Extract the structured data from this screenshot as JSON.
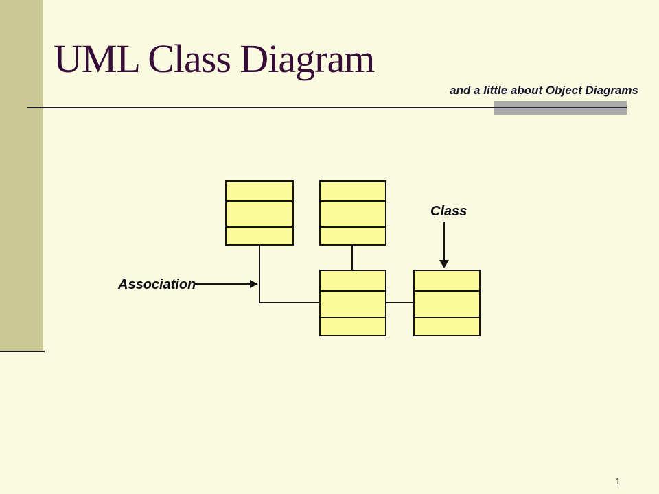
{
  "slide": {
    "title": "UML Class Diagram",
    "subtitle": "and a little about Object Diagrams",
    "page_number": "1"
  },
  "diagram": {
    "labels": {
      "class": "Class",
      "association": "Association"
    },
    "boxes": [
      {
        "name": "top-left-class-box",
        "compartments": 3
      },
      {
        "name": "top-right-class-box",
        "compartments": 3
      },
      {
        "name": "bottom-middle-class-box",
        "compartments": 3
      },
      {
        "name": "bottom-right-class-box",
        "compartments": 3
      }
    ]
  },
  "colors": {
    "background": "#FAFAE0",
    "side_bar": "#C9C895",
    "title_text": "#380C38",
    "subtitle_text": "#13132B",
    "rule_line": "#1E1E30",
    "accent_bar": "#ABABAB",
    "box_fill": "#FBFB9B",
    "box_border": "#141414",
    "label_text": "#0A0A14"
  }
}
